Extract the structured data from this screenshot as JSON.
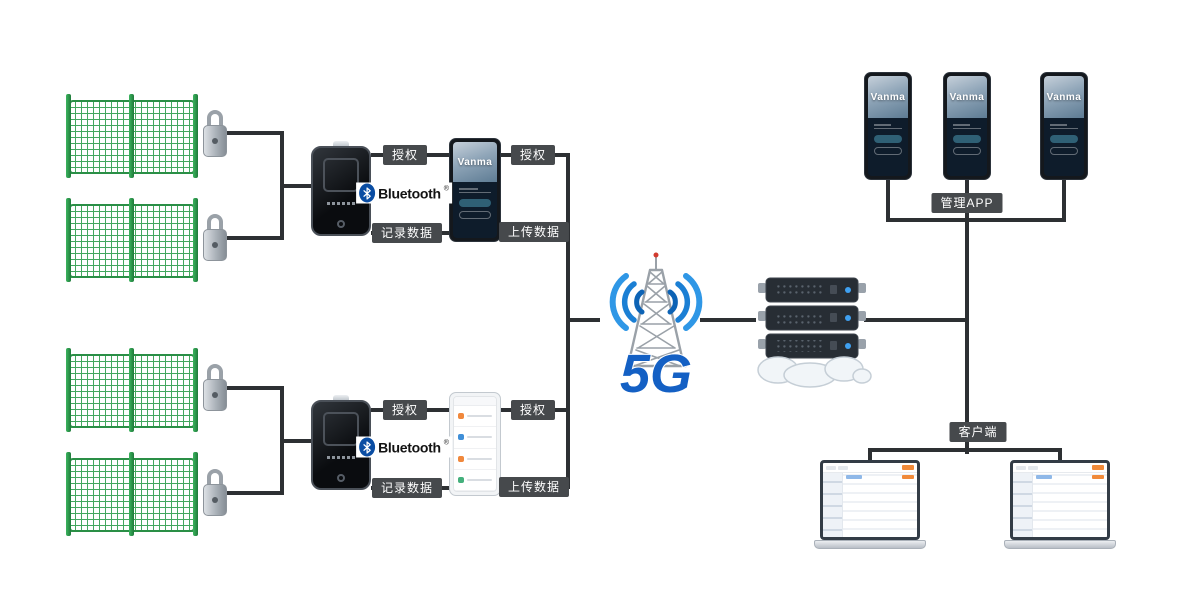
{
  "labels": {
    "authorize": "授权",
    "record_data": "记录数据",
    "upload_data": "上传数据",
    "management_app": "管理APP",
    "client": "客户端"
  },
  "bluetooth": {
    "label": "Bluetooth",
    "registered_mark": "®"
  },
  "tower": {
    "label": "5G"
  },
  "phone_app": {
    "brand": "Vanma"
  },
  "colors": {
    "fence_green": "#2f9e4e",
    "connector_dark": "#2d3033",
    "label_bg": "#46494c",
    "bluetooth_blue": "#0a4da3",
    "tower_blue": "#1b7fd4",
    "five_g_blue": "#1460c4"
  }
}
